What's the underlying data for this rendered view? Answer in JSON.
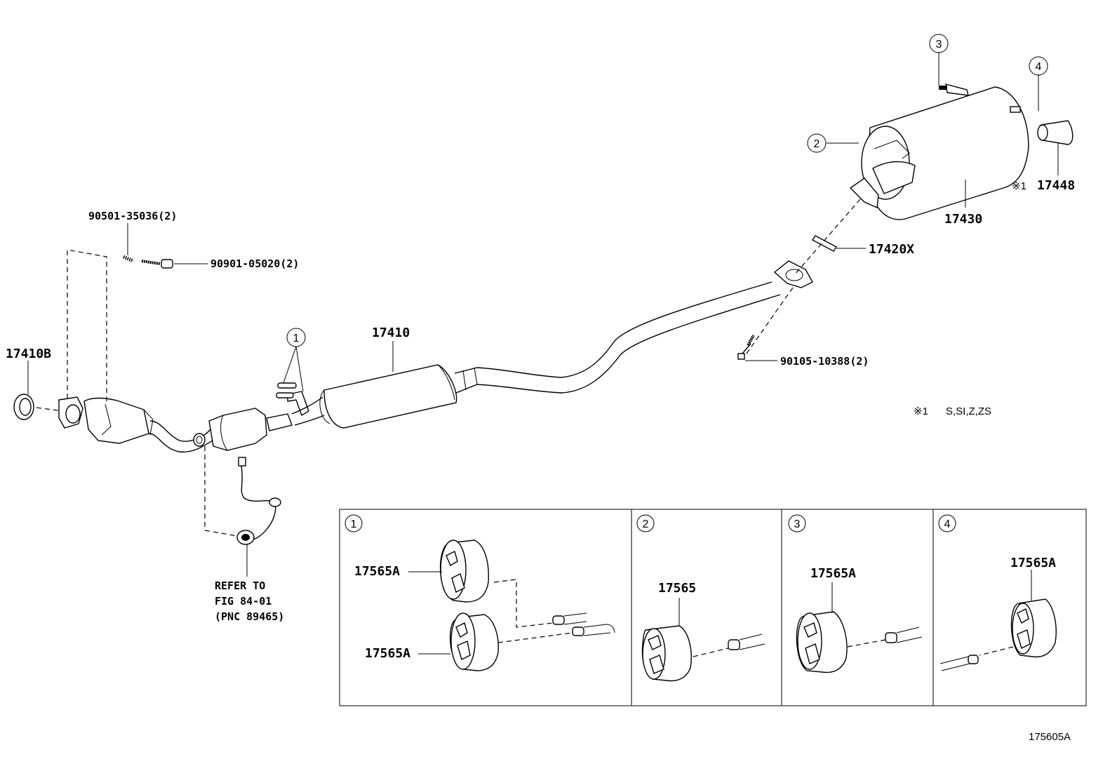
{
  "parts": {
    "front_pipe_gasket": "17410B",
    "bolt_spring": "90501-35036(2)",
    "nut": "90901-05020(2)",
    "center_pipe": "17410",
    "rear_gasket": "17420X",
    "tail_muffler": "17430",
    "tail_tip": "17448",
    "tail_tip_mark": "※1",
    "flange_bolt": "90105-10388(2)"
  },
  "callouts": [
    "1",
    "2",
    "3",
    "4"
  ],
  "note": {
    "mark": "※1",
    "text": "S,SI,Z,ZS"
  },
  "refer": {
    "line1": "REFER TO",
    "line2": "FIG 84-01",
    "line3": "(PNC 89465)"
  },
  "detail_panels": [
    {
      "num": "1",
      "labels": [
        "17565A",
        "17565A"
      ]
    },
    {
      "num": "2",
      "labels": [
        "17565"
      ]
    },
    {
      "num": "3",
      "labels": [
        "17565A"
      ]
    },
    {
      "num": "4",
      "labels": [
        "17565A"
      ]
    }
  ],
  "figure_id": "175605A"
}
